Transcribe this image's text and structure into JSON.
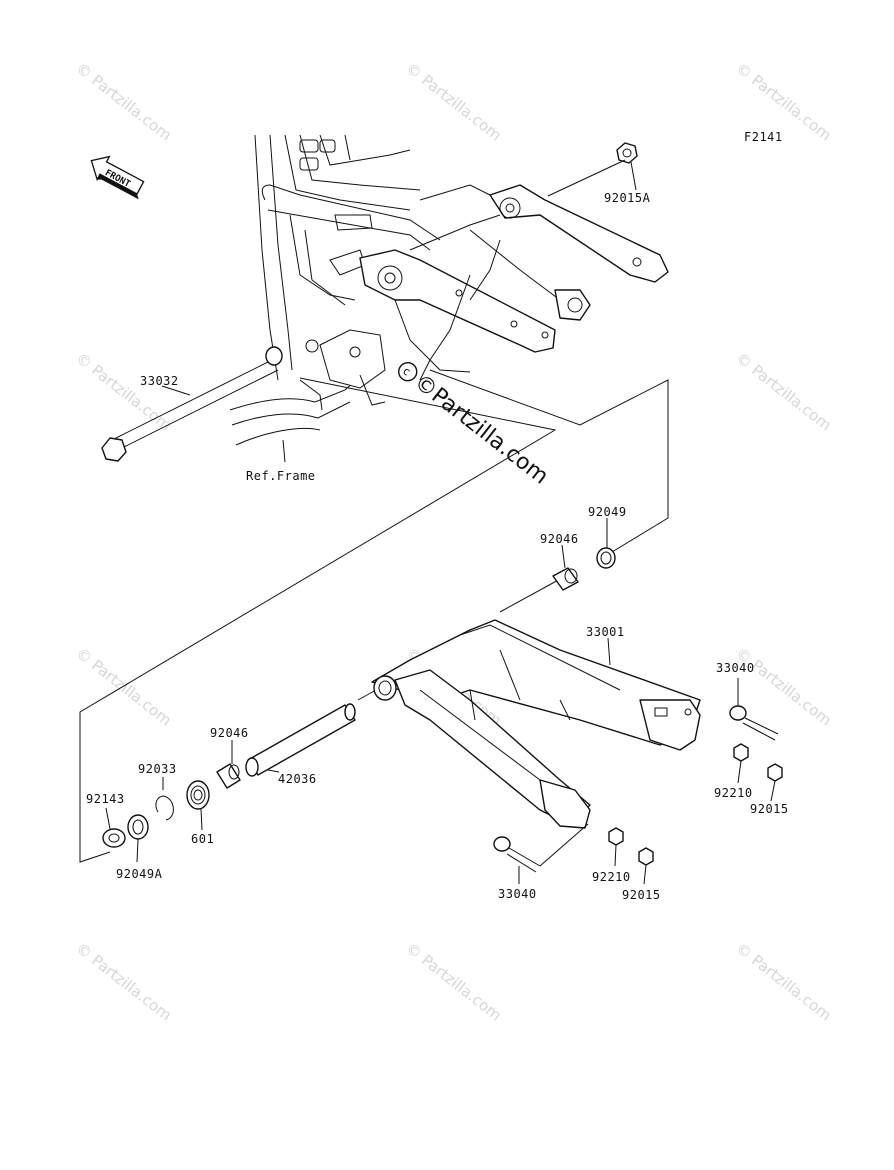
{
  "figure_code": "F2141",
  "front_label": "FRONT",
  "center_watermark": "©Partzilla.com",
  "watermark_text": "© Partzilla.com",
  "parts": {
    "nut_92015A": "92015A",
    "shaft_33032": "33032",
    "ref_frame": "Ref.Frame",
    "seal_92049_top": "92049",
    "bushing_92046_top": "92046",
    "swingarm_33001": "33001",
    "bolt_33040_right": "33040",
    "nut_92210_right": "92210",
    "nut_92015_right": "92015",
    "bushing_92046_left": "92046",
    "sleeve_42036": "42036",
    "circlip_92033": "92033",
    "cap_92143": "92143",
    "bearing_601": "601",
    "seal_92049A": "92049A",
    "bolt_33040_bottom": "33040",
    "nut_92210_bottom": "92210",
    "nut_92015_bottom": "92015"
  }
}
